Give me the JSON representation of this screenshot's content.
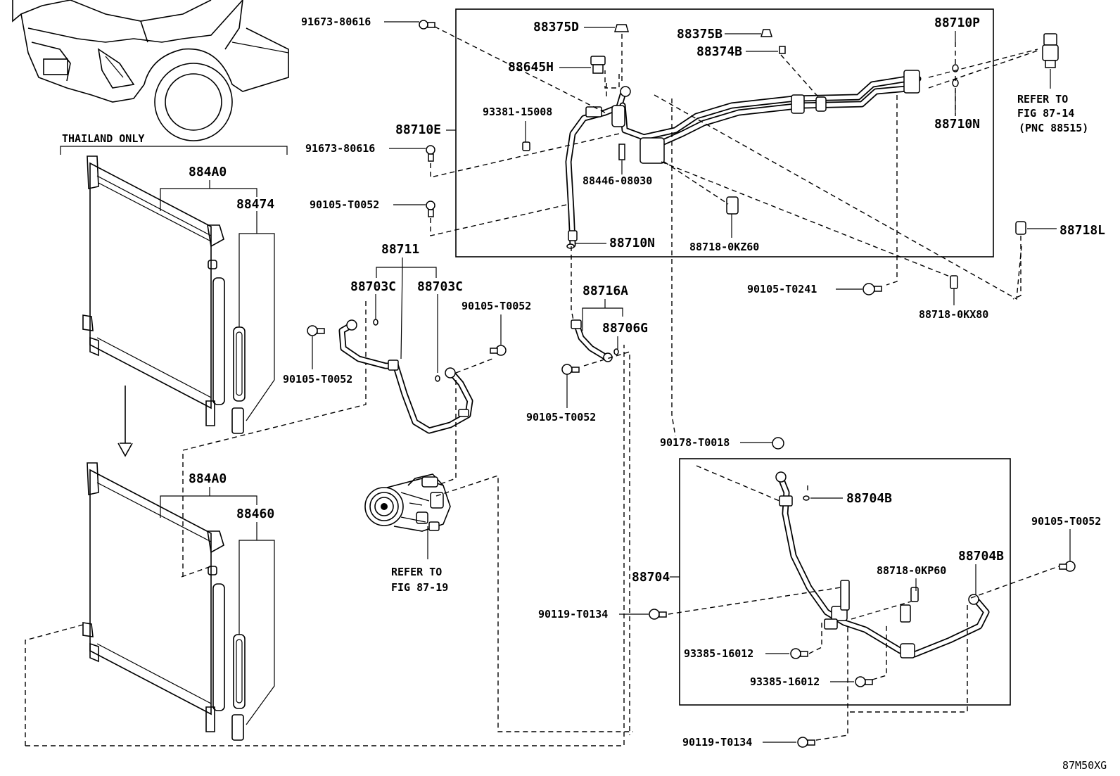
{
  "diagram": {
    "figure_code": "87M50XG",
    "labels": {
      "thailand_only": "THAILAND ONLY",
      "p_884A0_top": "884A0",
      "p_88474": "88474",
      "p_884A0_bottom": "884A0",
      "p_88460": "88460",
      "p_91673_80616_a": "91673-80616",
      "p_91673_80616_b": "91673-80616",
      "p_88375D": "88375D",
      "p_88645H": "88645H",
      "p_93381_15008": "93381-15008",
      "p_88710E": "88710E",
      "p_90105_T0052_a": "90105-T0052",
      "p_88446_08030": "88446-08030",
      "p_88710N_a": "88710N",
      "p_88718_0KZ60": "88718-0KZ60",
      "p_88375B": "88375B",
      "p_88374B": "88374B",
      "p_88710P": "88710P",
      "p_88710N_b": "88710N",
      "refer_87_14_line1": "REFER TO",
      "refer_87_14_line2": "FIG 87-14",
      "refer_87_14_line3": "(PNC 88515)",
      "p_88718L": "88718L",
      "p_90105_T0241": "90105-T0241",
      "p_88718_0KX80": "88718-0KX80",
      "p_88711": "88711",
      "p_88703C_a": "88703C",
      "p_88703C_b": "88703C",
      "p_90105_T0052_b": "90105-T0052",
      "p_90105_T0052_c": "90105-T0052",
      "p_88716A": "88716A",
      "p_88706G": "88706G",
      "p_90105_T0052_d": "90105-T0052",
      "refer_87_19_line1": "REFER TO",
      "refer_87_19_line2": "FIG 87-19",
      "p_90178_T0018": "90178-T0018",
      "p_88704B_a": "88704B",
      "p_90105_T0052_e": "90105-T0052",
      "p_88704B_b": "88704B",
      "p_88718_0KP60": "88718-0KP60",
      "p_88704": "88704",
      "p_90119_T0134_a": "90119-T0134",
      "p_93385_16012_a": "93385-16012",
      "p_93385_16012_b": "93385-16012",
      "p_90119_T0134_b": "90119-T0134"
    }
  }
}
